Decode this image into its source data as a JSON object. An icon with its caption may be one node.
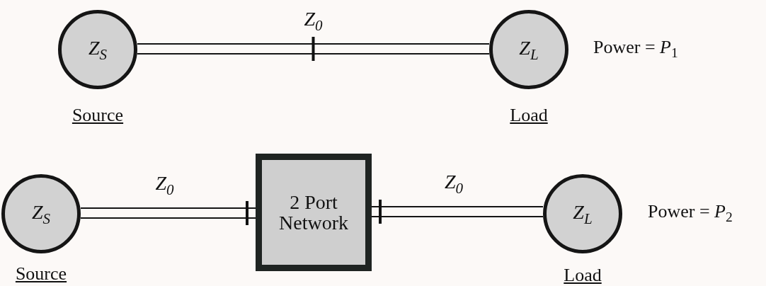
{
  "diagram": {
    "nodes": [
      {
        "text": [
          "Z$_{S}$"
        ],
        "beside": [
          "Source"
        ]
      },
      {
        "text": [
          "Z$_{L}$"
        ],
        "beside": [
          "Load",
          "Power = *P*$_{1}$"
        ]
      },
      {
        "text": [
          "Z$_{S}$"
        ],
        "beside": [
          "Source"
        ]
      },
      {
        "text": [
          "2 Port Network"
        ]
      },
      {
        "text": [
          "Z$_{L}$"
        ],
        "beside": [
          "Load",
          "Power = *P*$_{2}$"
        ]
      }
    ],
    "edges": [
      {
        "from": 0,
        "to": 1,
        "arrow": "none",
        "label": "Z$_{0}$"
      },
      {
        "from": 2,
        "to": 3,
        "arrow": "none",
        "label": "Z$_{0}$"
      },
      {
        "from": 3,
        "to": 4,
        "arrow": "none",
        "label": "Z$_{0}$"
      }
    ]
  }
}
